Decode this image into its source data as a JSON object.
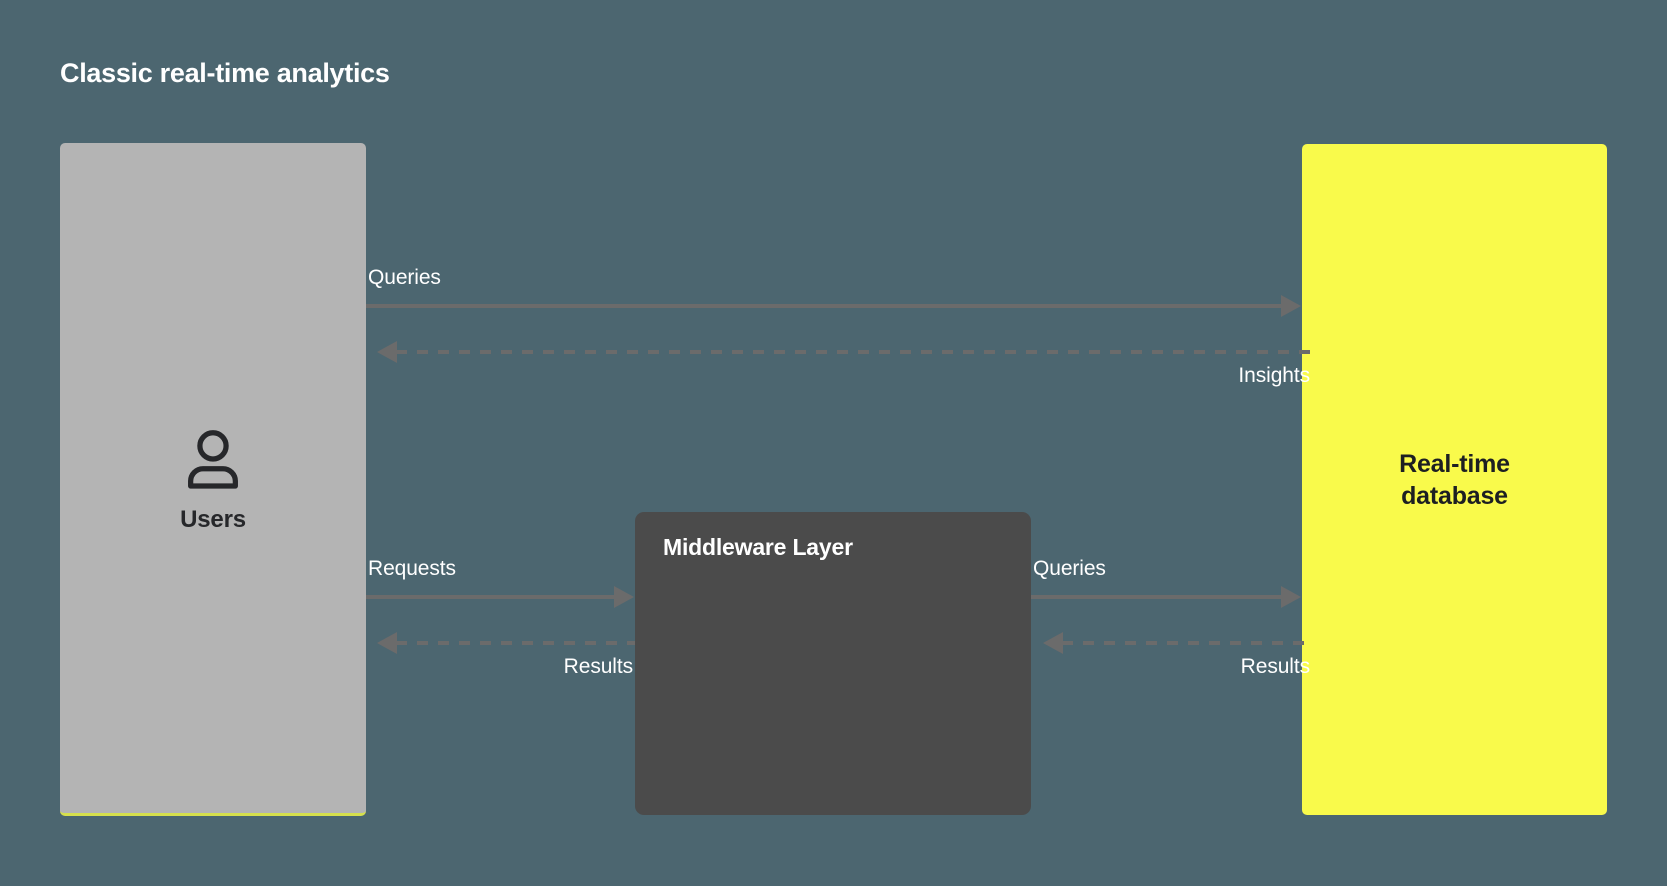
{
  "diagram": {
    "title": "Classic real-time analytics",
    "background_color": "#4c6670",
    "nodes": {
      "users": {
        "label": "Users",
        "icon": "user-icon",
        "fill_color": "#b4b4b4",
        "accent_color": "#d6e04d",
        "text_color": "#26272a"
      },
      "middleware": {
        "label": "Middleware Layer",
        "fill_color": "#4b4b4b",
        "text_color": "#ffffff"
      },
      "database": {
        "label_line1": "Real-time",
        "label_line2": "database",
        "fill_color": "#f9fa4b",
        "text_color": "#1d1f22"
      }
    },
    "edges": [
      {
        "id": "users-to-database-queries",
        "label": "Queries",
        "style": "solid",
        "direction": "right",
        "label_position": "above-left",
        "color": "#6b6b6b"
      },
      {
        "id": "database-to-users-insights",
        "label": "Insights",
        "style": "dashed",
        "direction": "left",
        "label_position": "below-right",
        "color": "#6b6b6b"
      },
      {
        "id": "users-to-middleware-requests",
        "label": "Requests",
        "style": "solid",
        "direction": "right",
        "label_position": "above-left",
        "color": "#6b6b6b"
      },
      {
        "id": "middleware-to-users-results",
        "label": "Results",
        "style": "dashed",
        "direction": "left",
        "label_position": "below-right",
        "color": "#6b6b6b"
      },
      {
        "id": "middleware-to-database-queries",
        "label": "Queries",
        "style": "solid",
        "direction": "right",
        "label_position": "above-left",
        "color": "#6b6b6b"
      },
      {
        "id": "database-to-middleware-results",
        "label": "Results",
        "style": "dashed",
        "direction": "left",
        "label_position": "below-right",
        "color": "#6b6b6b"
      }
    ]
  }
}
